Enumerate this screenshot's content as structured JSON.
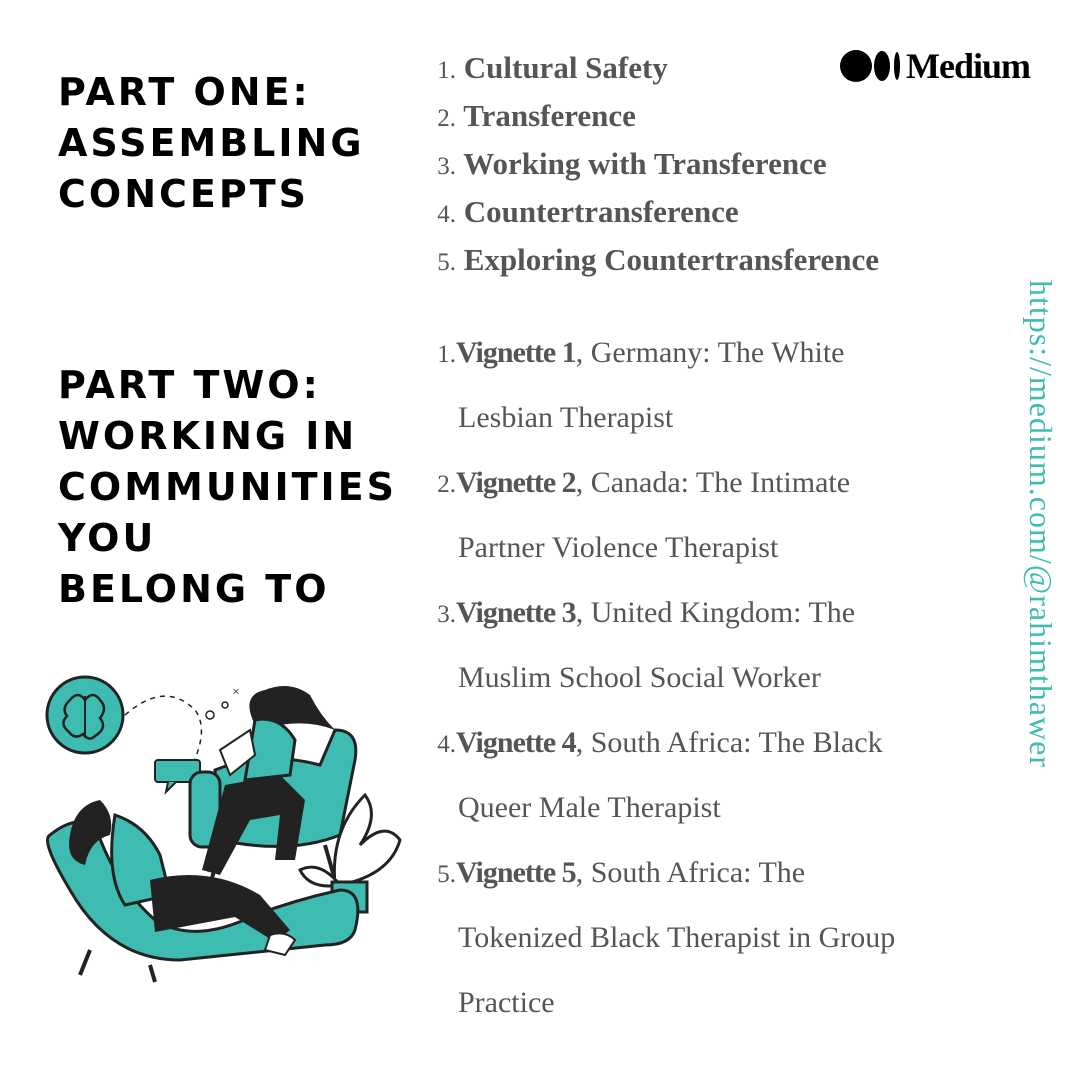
{
  "part_one": {
    "lines": [
      "PART ONE:",
      "ASSEMBLING",
      "CONCEPTS"
    ],
    "items": [
      {
        "num": "1.",
        "title": "Cultural Safety"
      },
      {
        "num": "2.",
        "title": "Transference"
      },
      {
        "num": "3.",
        "title": "Working with Transference"
      },
      {
        "num": "4.",
        "title": "Countertransference"
      },
      {
        "num": "5.",
        "title": "Exploring Countertransference"
      }
    ]
  },
  "part_two": {
    "lines": [
      "PART TWO:",
      "WORKING IN",
      "COMMUNITIES",
      "YOU",
      "BELONG TO"
    ],
    "items": [
      {
        "num": "1.",
        "bold": "Vignette 1",
        "rest": ", Germany: The White",
        "line2": "Lesbian Therapist"
      },
      {
        "num": "2.",
        "bold": "Vignette 2",
        "rest": ", Canada: The Intimate",
        "line2": "Partner Violence Therapist"
      },
      {
        "num": "3.",
        "bold": "Vignette 3",
        "rest": ", United Kingdom: The",
        "line2": "Muslim School Social Worker"
      },
      {
        "num": "4.",
        "bold": "Vignette 4",
        "rest": ", South Africa: The Black",
        "line2": "Queer Male Therapist"
      },
      {
        "num": "5.",
        "bold": "Vignette 5",
        "rest": ", South Africa: The",
        "line2": "Tokenized Black Therapist in Group",
        "line3": "Practice"
      }
    ]
  },
  "brand": {
    "name": "Medium",
    "icon": "medium-logo-icon"
  },
  "url": "https://medium.com/@rahimthawer",
  "illustration": {
    "icon": "therapy-session-illustration"
  },
  "colors": {
    "accent": "#3ebcb1",
    "text_gray": "#555555",
    "heading": "#000000"
  }
}
